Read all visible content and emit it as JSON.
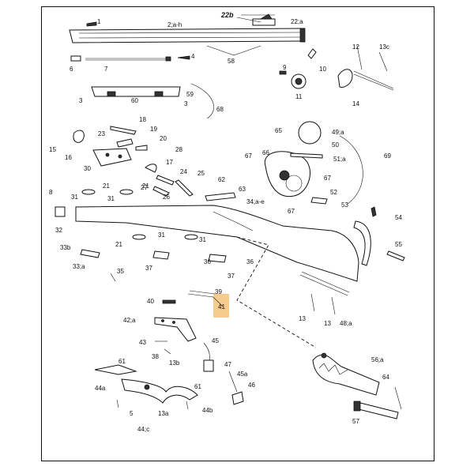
{
  "highlight_color": "#f3c37a",
  "labels": {
    "l1": "1",
    "l2ah": "2;a-h",
    "l22b": "22b",
    "l22a": "22;a",
    "l6": "6",
    "l7": "7",
    "l4": "4",
    "l58": "58",
    "l9": "9",
    "l10": "10",
    "l11": "11",
    "l12": "12",
    "l13c": "13c",
    "l14": "14",
    "l3a": "3",
    "l59": "59",
    "l60": "60",
    "l3b": "3",
    "l68": "68",
    "l18": "18",
    "l15": "15",
    "l23": "23",
    "l19": "19",
    "l20": "20",
    "l16": "16",
    "l28": "28",
    "l30": "30",
    "l17": "17",
    "l24": "24",
    "l25": "25",
    "l27": "27",
    "l26": "26",
    "l65": "65",
    "l49a": "49;a",
    "l50": "50",
    "l51a": "51;a",
    "l66": "66",
    "l67a": "67",
    "l67b": "67",
    "l67c": "67",
    "l69": "69",
    "l52": "52",
    "l53": "53",
    "l62": "62",
    "l63": "63",
    "l8": "8",
    "l31a": "31",
    "l21a": "21",
    "l21b": "21",
    "l31b": "31",
    "l34ae": "34;a-e",
    "l54": "54",
    "l55": "55",
    "l32": "32",
    "l21c": "21",
    "l31c": "31",
    "l31d": "31",
    "l33b": "33b",
    "l33a": "33;a",
    "l37a": "37",
    "l36a": "36",
    "l36b": "36",
    "l37b": "37",
    "l35": "35",
    "l39": "39",
    "l41": "41",
    "l40": "40",
    "l13a": "13",
    "l13b": "13",
    "l48a": "48;a",
    "l42a": "42;a",
    "l43": "43",
    "l38": "38",
    "l13b2": "13b",
    "l45": "45",
    "l47": "47",
    "l61a": "61",
    "l44a": "44a",
    "l61b": "61",
    "l44b": "44b",
    "l5": "5",
    "l13ai": "13a",
    "l44c": "44;c",
    "l45a": "45a",
    "l46": "46",
    "l56a": "56;a",
    "l64": "64",
    "l57": "57"
  }
}
